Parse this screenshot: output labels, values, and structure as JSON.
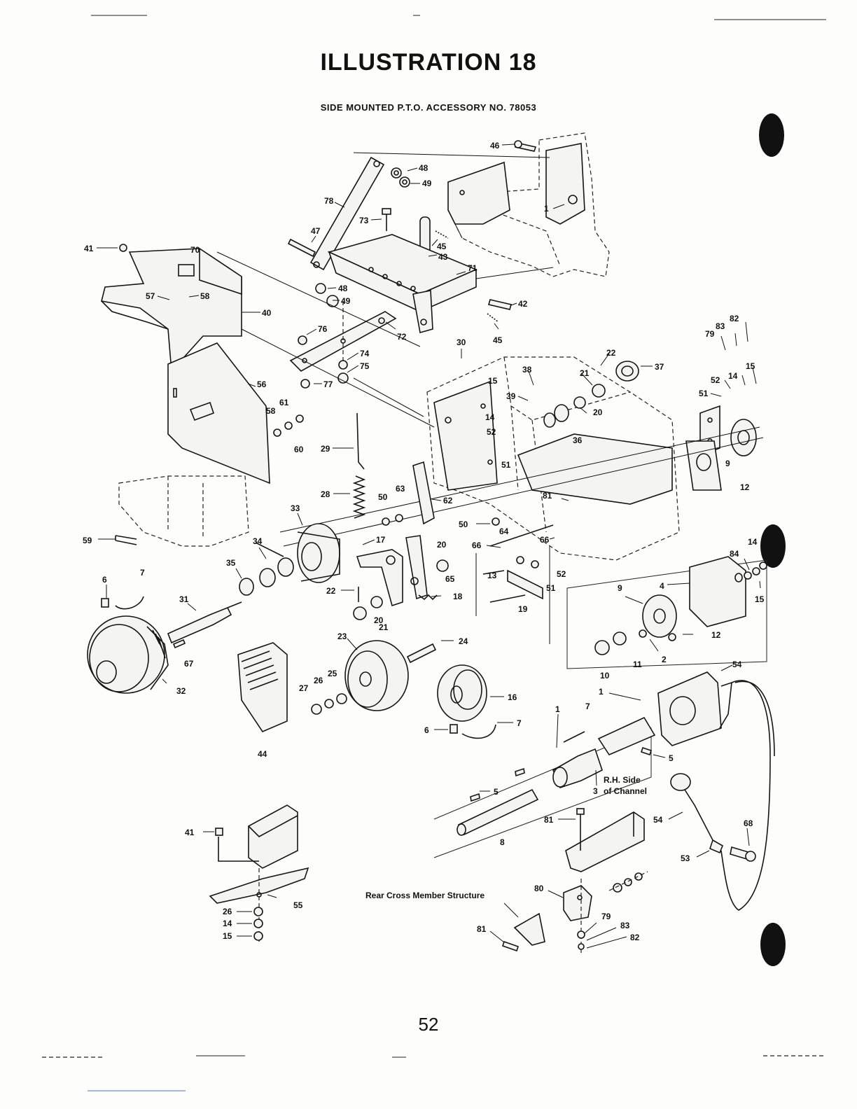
{
  "page": {
    "title": "ILLUSTRATION 18",
    "subtitle": "SIDE MOUNTED P.T.O. ACCESSORY NO. 78053",
    "page_number": "52"
  },
  "annotations": {
    "rh_side_line1": "R.H. Side",
    "rh_side_line2": "of Channel",
    "rear_cross_member": "Rear Cross Member Structure"
  },
  "callouts": {
    "c46": "46",
    "c48a": "48",
    "c49a": "49",
    "c78": "78",
    "c73": "73",
    "c47": "47",
    "c45a": "45",
    "c43": "43",
    "c1a": "1",
    "c41a": "41",
    "c70": "70",
    "c71": "71",
    "c57": "57",
    "c58a": "58",
    "c48b": "48",
    "c49b": "49",
    "c42": "42",
    "c40": "40",
    "c72": "72",
    "c76": "76",
    "c45b": "45",
    "c74": "74",
    "c75": "75",
    "c77": "77",
    "c30": "30",
    "c22a": "22",
    "c37": "37",
    "c82a": "82",
    "c83a": "83",
    "c79a": "79",
    "c38a": "38",
    "c21a": "21",
    "c15a": "15",
    "c39": "39",
    "c52a": "52",
    "c14a": "14",
    "c15b": "15",
    "c51a": "51",
    "c20a": "20",
    "c56": "56",
    "c58b": "58",
    "c61": "61",
    "c14b": "14",
    "c60": "60",
    "c52b": "52",
    "c36": "36",
    "c29": "29",
    "c51b": "51",
    "c9a": "9",
    "c12a": "12",
    "c28": "28",
    "c50a": "50",
    "c63": "63",
    "c62": "62",
    "c33": "33",
    "c81a": "81",
    "c50b": "50",
    "c64": "64",
    "c59": "59",
    "c34": "34",
    "c17": "17",
    "c20b": "20",
    "c66a": "66",
    "c66b": "66",
    "c14c": "14",
    "c84": "84",
    "c35": "35",
    "c6a": "6",
    "c7a": "7",
    "c65": "65",
    "c13": "13",
    "c52c": "52",
    "c51c": "51",
    "c4": "4",
    "c15c": "15",
    "c9b": "9",
    "c22b": "22",
    "c18": "18",
    "c31": "31",
    "c21b": "21",
    "c20c": "20",
    "c19": "19",
    "c12b": "12",
    "c23": "23",
    "c24": "24",
    "c2": "2",
    "c11": "11",
    "c10": "10",
    "c67": "67",
    "c54a": "54",
    "c25": "25",
    "c26a": "26",
    "c27": "27",
    "c32": "32",
    "c16": "16",
    "c1b": "1",
    "c7b": "7",
    "c1c": "1",
    "c7c": "7",
    "c6b": "6",
    "c44": "44",
    "c5a": "5",
    "c3": "3",
    "c5b": "5",
    "c41b": "41",
    "c81b": "81",
    "c8": "8",
    "c54b": "54",
    "c68": "68",
    "c53": "53",
    "c80": "80",
    "c55": "55",
    "c79b": "79",
    "c26b": "26",
    "c14d": "14",
    "c15d": "15",
    "c83b": "83",
    "c81c": "81",
    "c82b": "82"
  }
}
